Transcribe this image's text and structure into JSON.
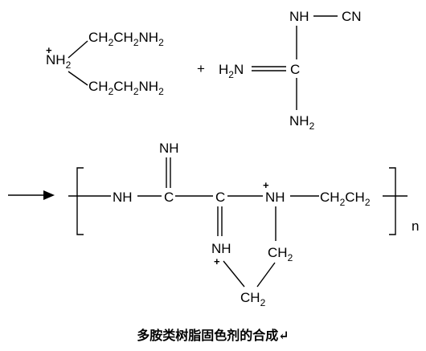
{
  "reactant1": {
    "charge": "+",
    "center": [
      "NH",
      "2"
    ],
    "arm_top": [
      "CH",
      "2",
      "CH",
      "2",
      "NH",
      "2"
    ],
    "arm_bottom": [
      "CH",
      "2",
      "CH",
      "2",
      "NH",
      "2"
    ]
  },
  "plus_sign": "+",
  "reactant2": {
    "top_group": "NH",
    "cyano": "CN",
    "imine": [
      "H",
      "2",
      "N"
    ],
    "carbon": "C",
    "amine": [
      "NH",
      "2"
    ]
  },
  "product": {
    "bracket_left": "[",
    "bracket_right": "]",
    "repeat_index": "n",
    "imine_top": "NH",
    "nh_left": "NH",
    "carbon_left": "C",
    "carbon_right": "C",
    "charge_top": "+",
    "nh_charged": "NH",
    "chain": [
      "CH",
      "2",
      "CH",
      "2"
    ],
    "nh_bottom": "NH",
    "charge_bottom": "+",
    "ring_ch2_right": [
      "CH",
      "2"
    ],
    "ring_ch2_bottom": [
      "CH",
      "2"
    ]
  },
  "caption": "多胺类树脂固色剂的合成↵"
}
